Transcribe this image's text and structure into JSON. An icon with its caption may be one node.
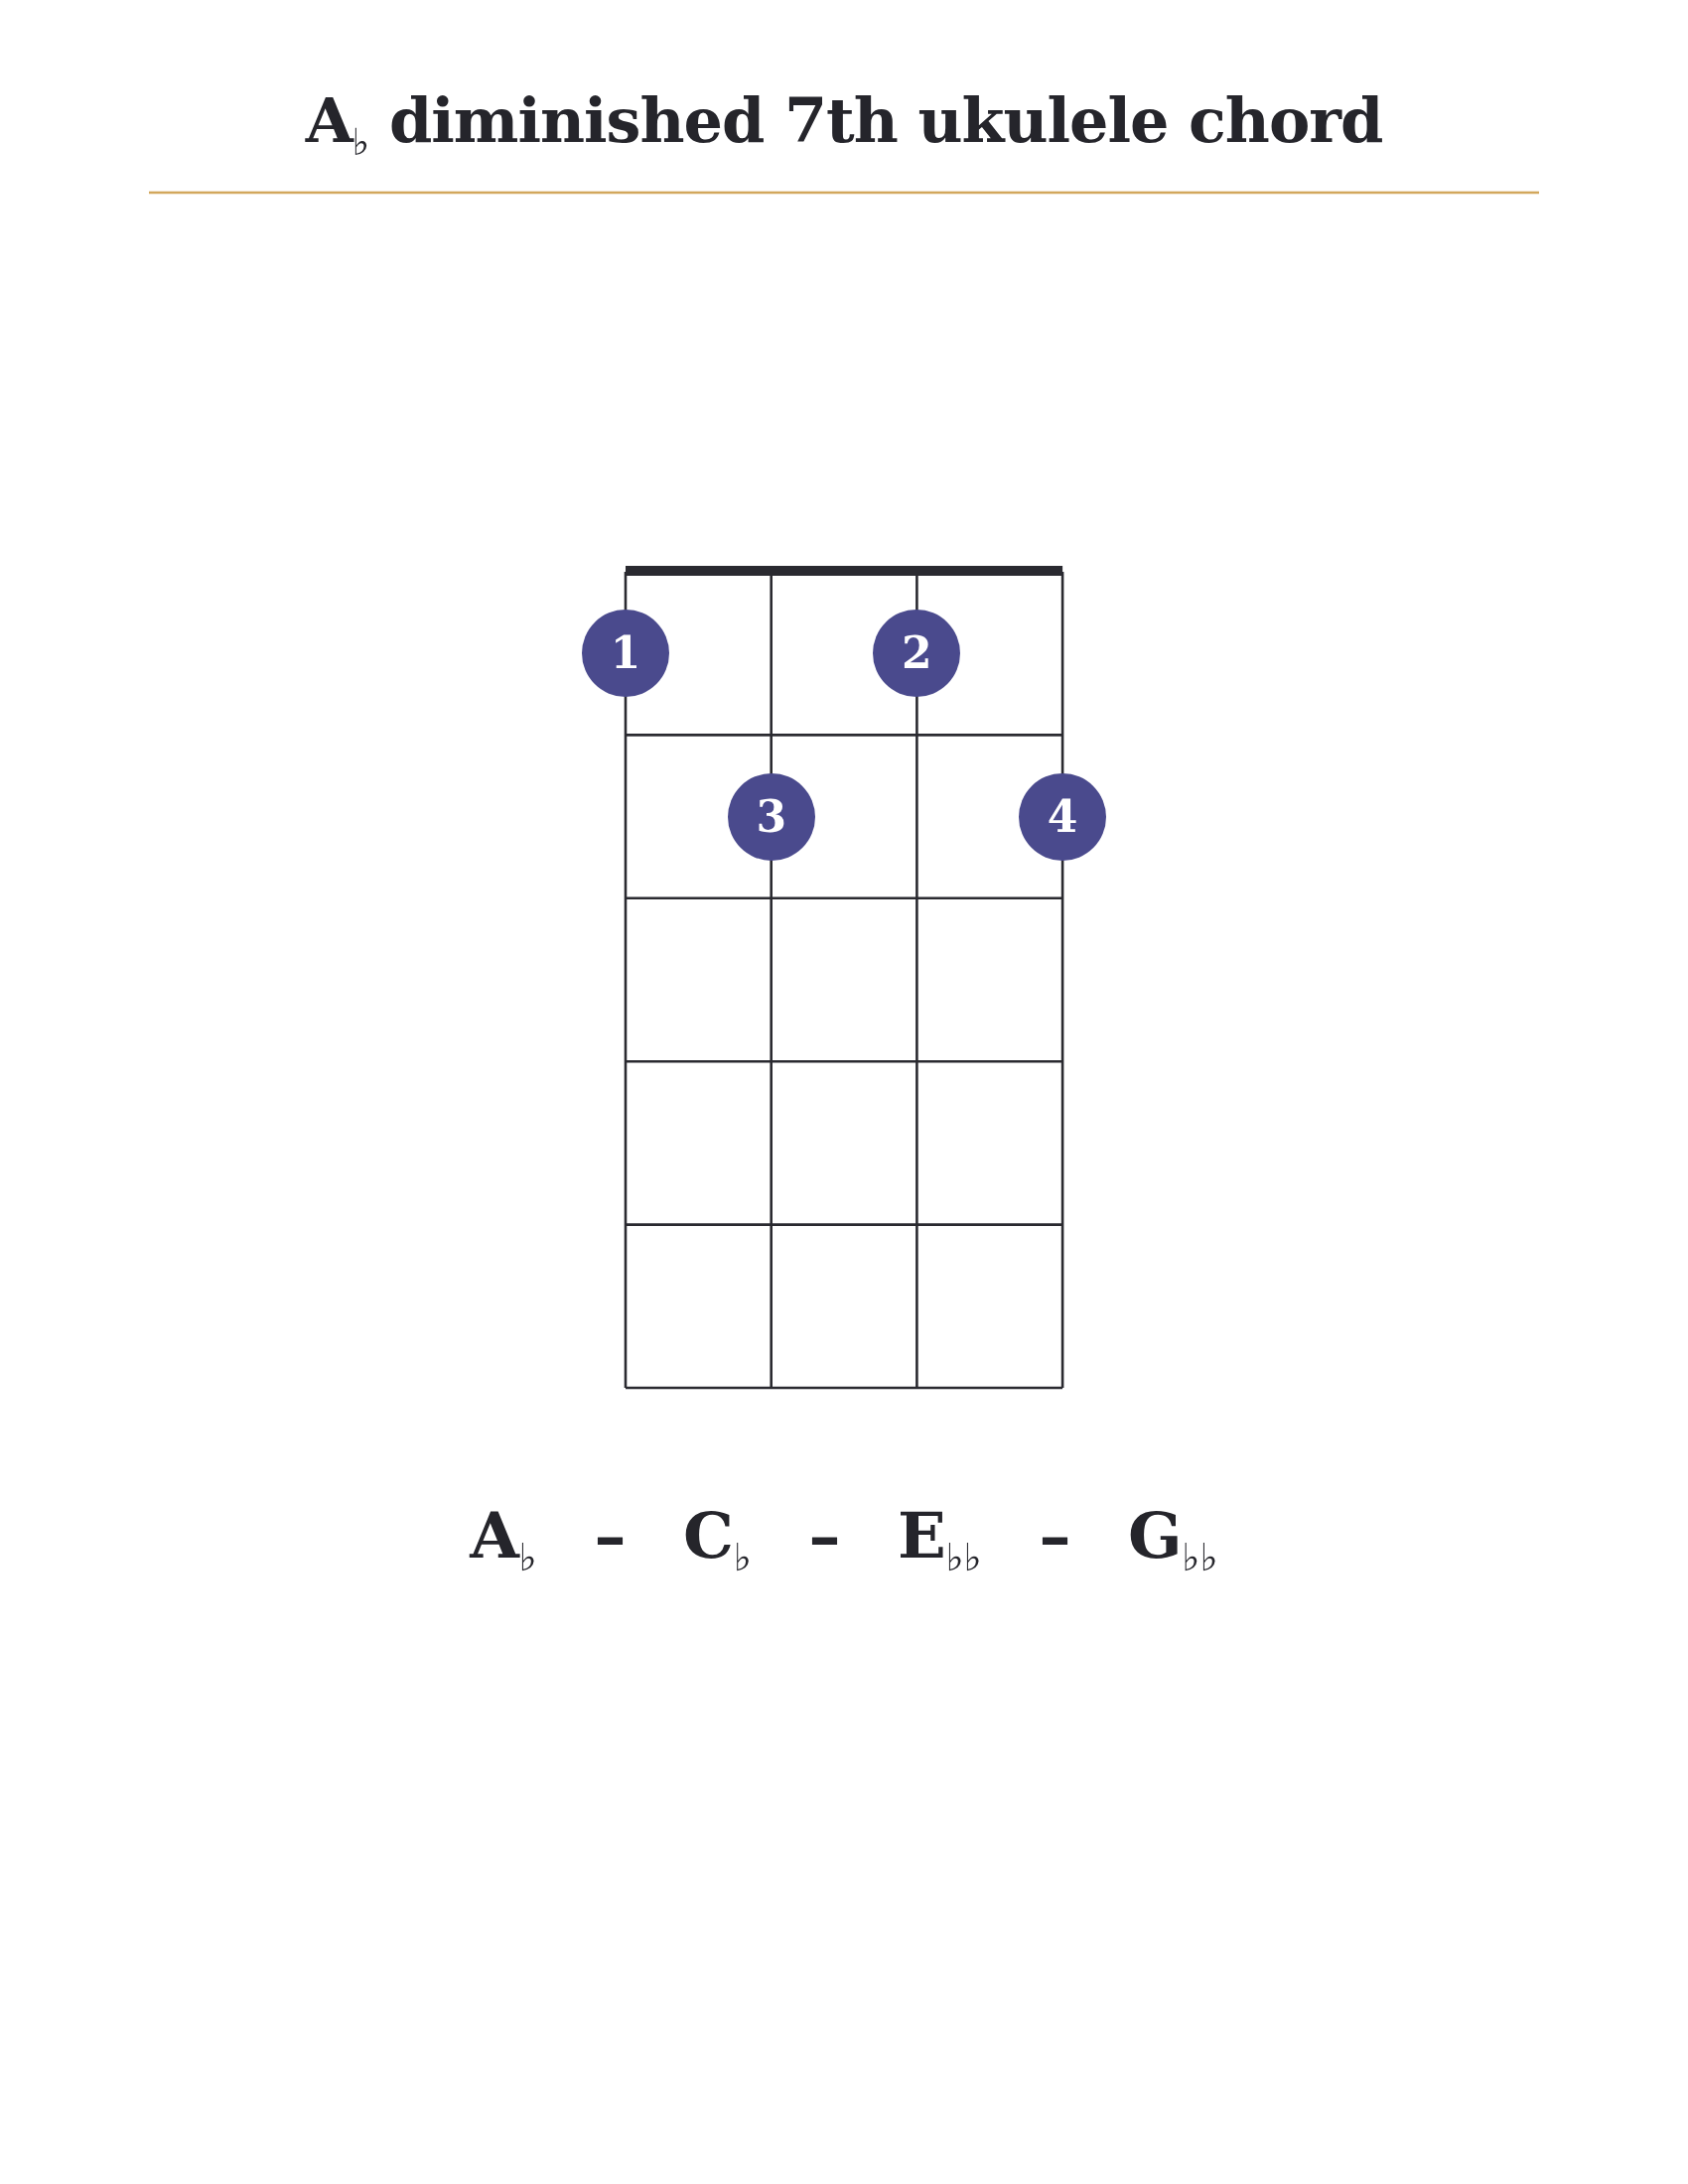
{
  "diagram": {
    "title": "A$_{♭}$ diminished 7th ukulele chord",
    "nodes": [
      {
        "text": [
          "1"
        ]
      },
      {
        "text": [
          "2"
        ]
      },
      {
        "text": [
          "3"
        ]
      },
      {
        "text": [
          "4"
        ]
      }
    ],
    "labels": [
      "A$_{♭}$ – C$_{♭}$ – E$_{♭♭}$ – G$_{♭♭}$"
    ]
  }
}
